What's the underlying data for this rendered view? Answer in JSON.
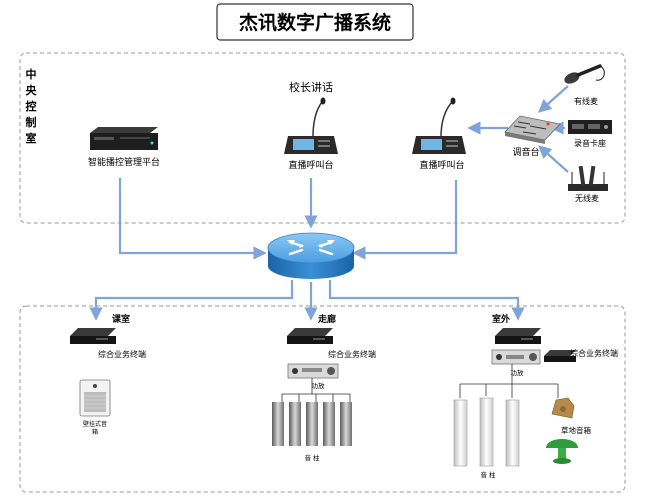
{
  "title": "杰讯数字广播系统",
  "control_room": {
    "side_label": "中央控制室",
    "side_chars": [
      "中",
      "央",
      "控",
      "制",
      "室"
    ],
    "top_label": "校长讲话",
    "server_label": "智能播控管理平台",
    "console1_label": "直播呼叫台",
    "console2_label": "直播呼叫台",
    "mixer_label": "调音台",
    "wired_mic_label": "有线麦",
    "recorder_label": "录音卡座",
    "wireless_mic_label": "无线麦"
  },
  "zones": [
    {
      "name": "课室",
      "terminal_label": "综合业务终端",
      "speaker_label_lines": [
        "壁挂式音",
        "箱"
      ]
    },
    {
      "name": "走廊",
      "terminal_label": "综合业务终端",
      "amp_label": "功放",
      "column_label": "音 柱"
    },
    {
      "name": "室外",
      "terminal_label": "综合业务终端",
      "amp_label": "功放",
      "column_label": "音 柱",
      "lawn_label": "草地音箱"
    }
  ],
  "colors": {
    "link": "#7ea4d8",
    "router_top": "#5aa9e6",
    "router_side": "#1f6fb4",
    "dashed_border": "#9a9a9a"
  }
}
